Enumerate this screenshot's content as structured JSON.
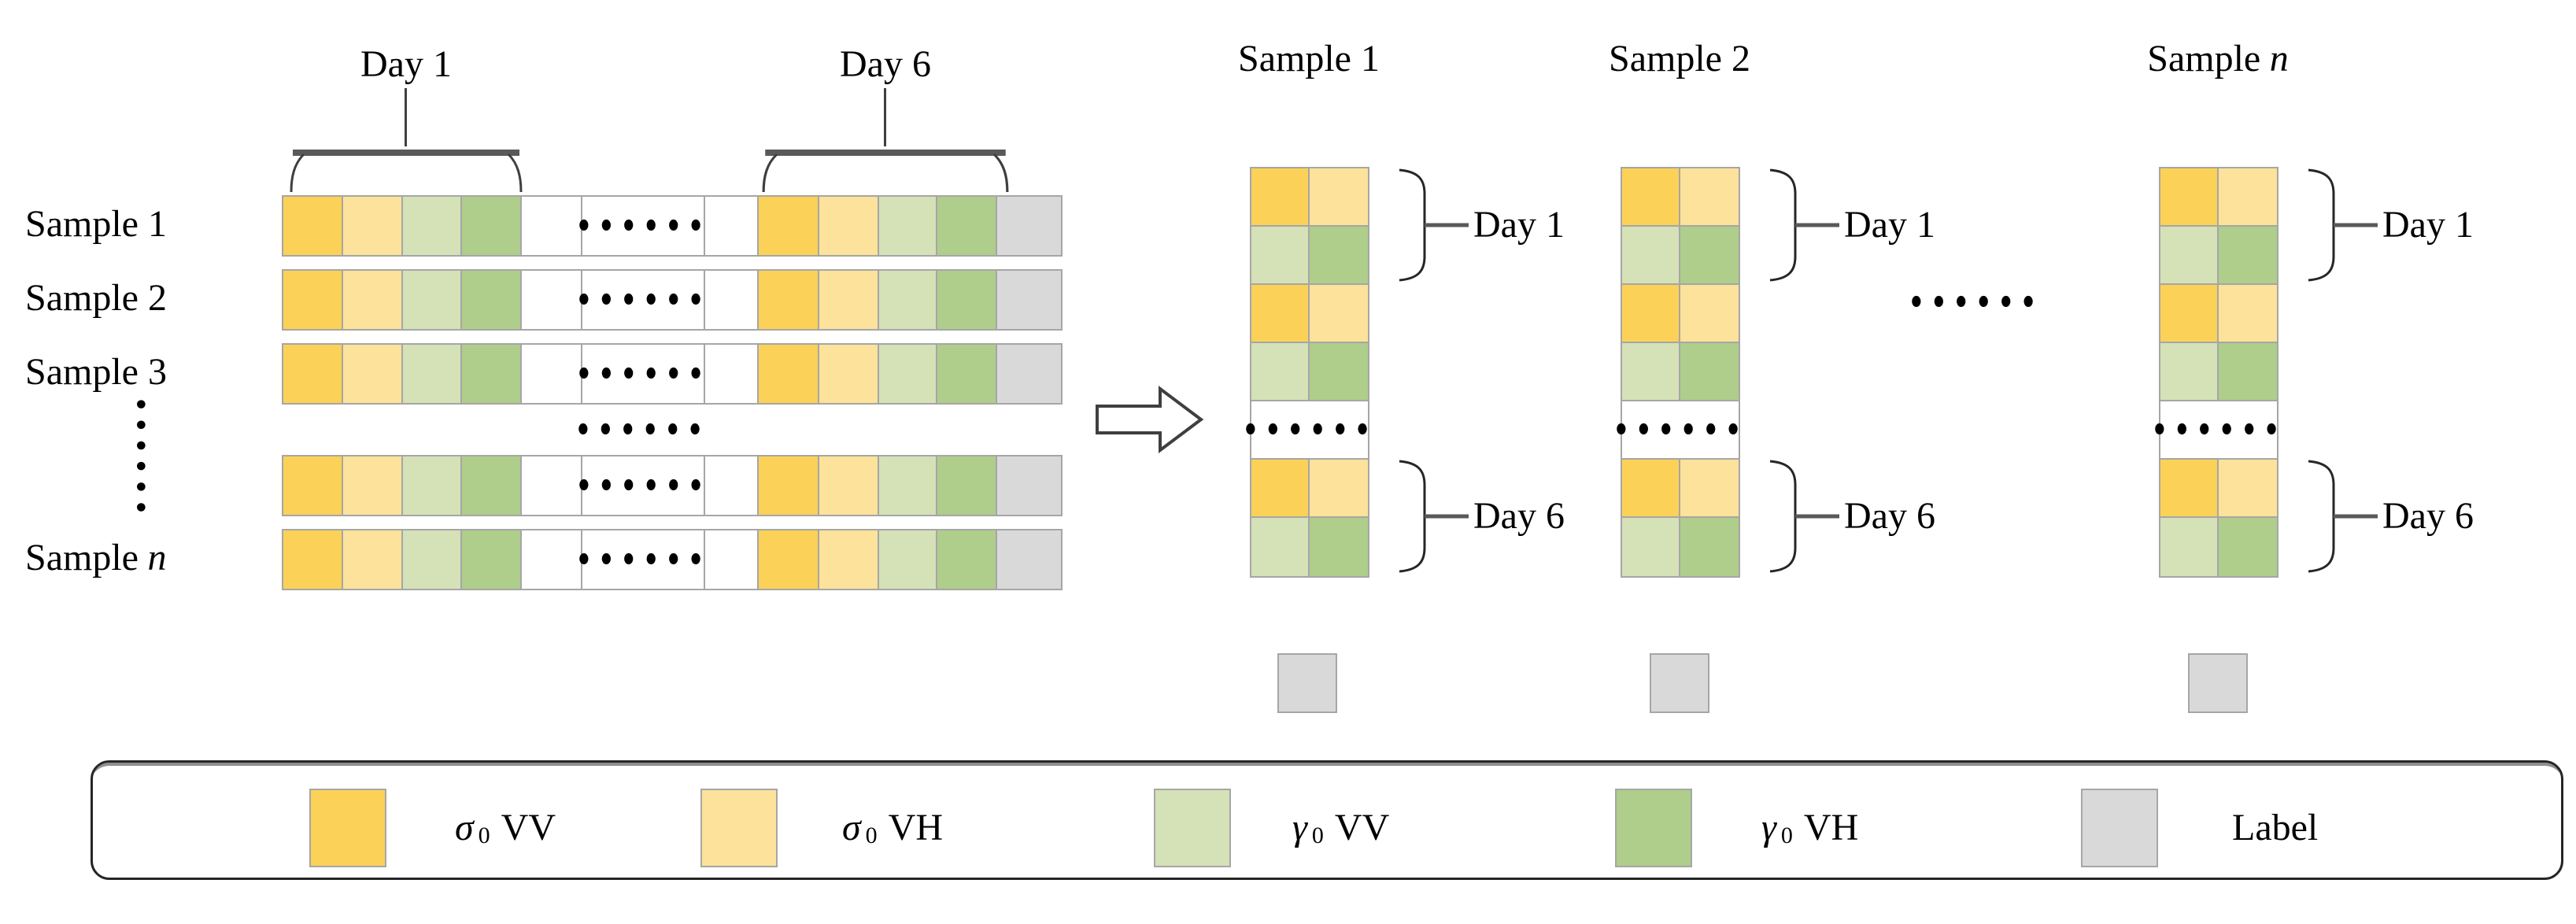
{
  "colors": {
    "sigma0_vv": "#FBD157",
    "sigma0_vh": "#FCE29A",
    "gamma0_vv": "#D5E1B7",
    "gamma0_vh": "#AFCD8B",
    "label": "#D9D9D9"
  },
  "days": {
    "day1": "Day 1",
    "day6": "Day 6"
  },
  "left_block": {
    "samples": [
      "Sample 1",
      "Sample 2",
      "Sample 3"
    ],
    "sample_n": {
      "word": "Sample",
      "var": "n"
    }
  },
  "right_block": {
    "samples": [
      "Sample 1",
      "Sample 2"
    ],
    "sample_n": {
      "word": "Sample",
      "var": "n"
    }
  },
  "legend": {
    "items": [
      {
        "sym": "σ",
        "sub": "0",
        "pol": "VV"
      },
      {
        "sym": "σ",
        "sub": "0",
        "pol": "VH"
      },
      {
        "sym": "γ",
        "sub": "0",
        "pol": "VV"
      },
      {
        "sym": "γ",
        "sub": "0",
        "pol": "VH"
      },
      {
        "label": "Label"
      }
    ]
  },
  "glyphs": {
    "ellipsis": "••••••"
  }
}
